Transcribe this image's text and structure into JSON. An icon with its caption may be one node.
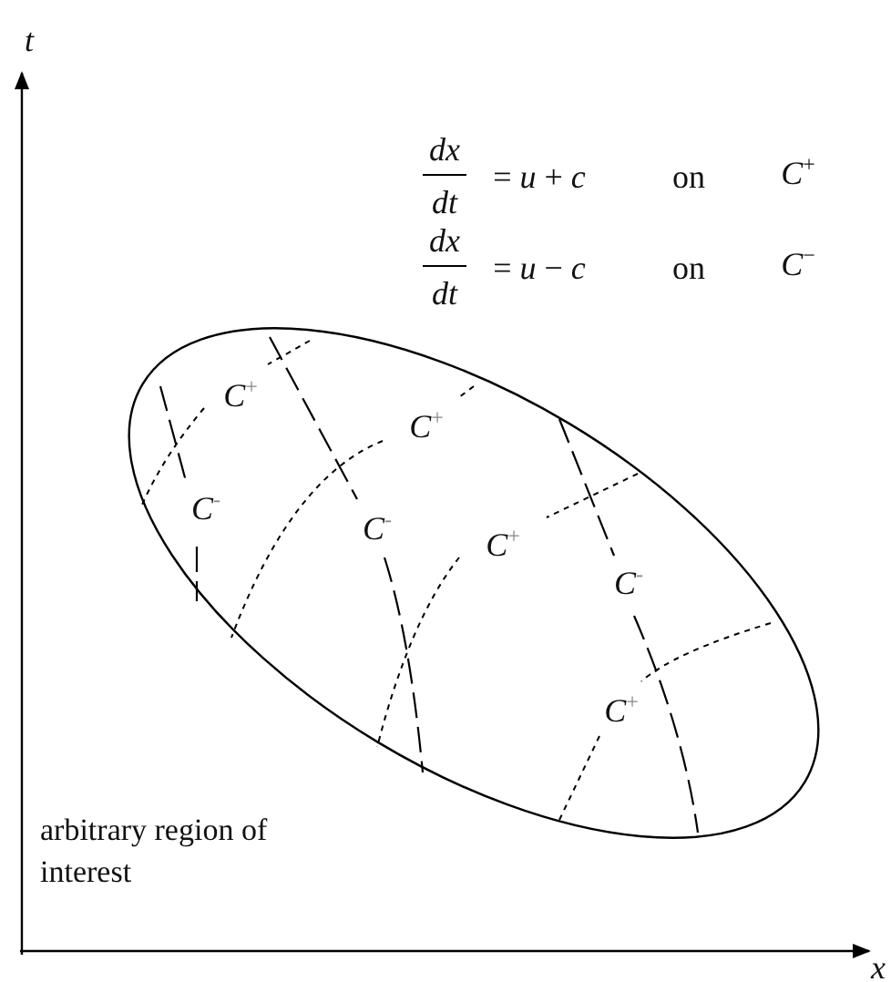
{
  "diagram": {
    "labels": [
      "t",
      "x",
      "dx",
      "dt",
      "= *u* + *c*",
      "on",
      "*C*$^{+}$",
      "dx",
      "dt",
      "= *u* − *c*",
      "on",
      "*C*$^{−}$",
      "*C*$^{+}$",
      "*C*$^{+}$",
      "*C*$^{-}$",
      "*C*$^{-}$",
      "*C*$^{+}$",
      "*C*$^{-}$",
      "*C*$^{+}$",
      "arbitrary region of interest"
    ]
  }
}
